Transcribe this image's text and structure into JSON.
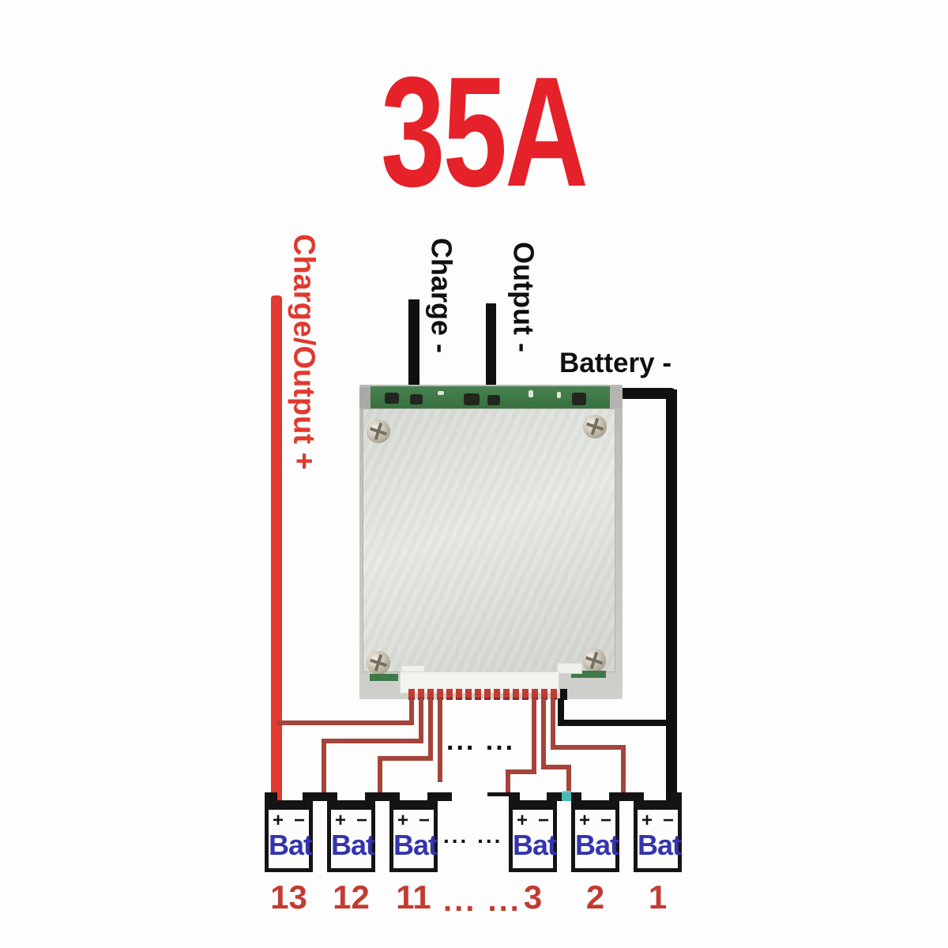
{
  "title": "35A",
  "labels": {
    "charge_output_plus": "Charge/Output +",
    "charge_minus": "Charge -",
    "output_minus": "Output -",
    "battery_minus": "Battery -"
  },
  "ellipsis": {
    "mid_wires": "... ...",
    "battery_row": "... ...",
    "number_row": "... ..."
  },
  "batteries": [
    {
      "label": "Bat",
      "plus": "+",
      "minus": "−",
      "number": "13"
    },
    {
      "label": "Bat",
      "plus": "+",
      "minus": "−",
      "number": "12"
    },
    {
      "label": "Bat",
      "plus": "+",
      "minus": "−",
      "number": "11"
    },
    {
      "label": "Bat",
      "plus": "+",
      "minus": "−",
      "number": "3"
    },
    {
      "label": "Bat",
      "plus": "+",
      "minus": "−",
      "number": "2"
    },
    {
      "label": "Bat",
      "plus": "+",
      "minus": "−",
      "number": "1"
    }
  ],
  "board": {
    "balance_pin_count": 16,
    "black_pin_count": 1
  },
  "colors": {
    "title_red": "#e5212a",
    "label_red": "#e0392e",
    "wire_red_thick": "#e0392e",
    "wire_red_thin": "#a4443a",
    "wire_black": "#101010",
    "battery_label_blue": "#3434ad",
    "number_red": "#c23b31",
    "pcb_green": "#3e7949"
  }
}
